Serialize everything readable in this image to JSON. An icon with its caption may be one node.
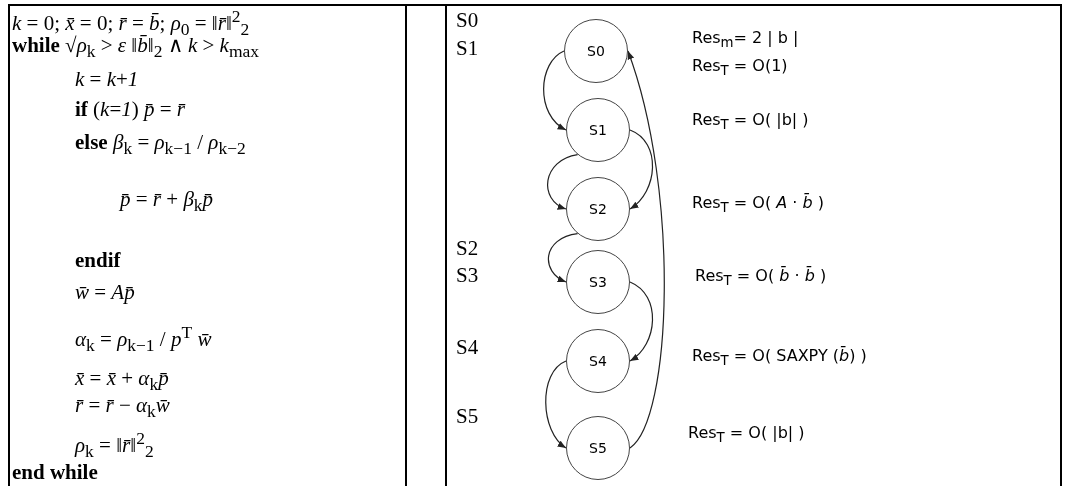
{
  "diagram": {
    "nodes": [
      {
        "text": [
          "S0"
        ]
      },
      {
        "text": [
          "S1"
        ]
      },
      {
        "text": [
          "S2"
        ]
      },
      {
        "text": [
          "S3"
        ]
      },
      {
        "text": [
          "S4"
        ]
      },
      {
        "text": [
          "S5"
        ]
      }
    ],
    "edges": [
      {
        "from": 0,
        "to": 1,
        "arrow": "to"
      },
      {
        "from": 1,
        "to": 2,
        "arrow": "to"
      },
      {
        "from": 1,
        "to": 2,
        "arrow": "to"
      },
      {
        "from": 2,
        "to": 3,
        "arrow": "to"
      },
      {
        "from": 3,
        "to": 4,
        "arrow": "to"
      },
      {
        "from": 4,
        "to": 5,
        "arrow": "to"
      },
      {
        "from": 5,
        "to": 0,
        "arrow": "to"
      }
    ],
    "labels": [
      "*k* = 0; *x̄* = 0; *r̄* = *b̄*; *ρ*$_{0}$ = ‖*r̄*‖$^{2}$$_{2}$",
      "**while** √*ρ*$_{k}$ > *ε* ‖*b̄*‖$_{2}$ ∧ *k* > *k*$_{max}$",
      "*k* = *k*+*1*",
      "**if** (*k*=*1*)    *p̄* = *r̄*",
      "**else**    *β*$_{k}$ = *ρ*$_{k−1}$ / *ρ*$_{k−2}$",
      "*p̄* = *r̄* + *β*$_{k}$*p̄*",
      "endif",
      "*w̄* = *Ap̄*",
      "*α*$_{k}$ = *ρ*$_{k−1}$ / *p*$^{T}$ *w̄*",
      "*x̄* = *x̄* + *α*$_{k}$*p̄*",
      "*r̄* = *r̄* − *α*$_{k}$*w̄*",
      "*ρ*$_{k}$ = ‖*r̄*‖$^{2}$$_{2}$",
      "end while",
      "S0",
      "S1",
      "S2",
      "S3",
      "S4",
      "S5",
      "Res$_{m}$= 2 | b |",
      "Res$_{T}$ = O(1)",
      "Res$_{T}$ = O( |b| )",
      "Res$_{T}$ = O( *A* · *b̄* )",
      "Res$_{T}$ = O( *b̄* · *b̄* )",
      "Res$_{T}$ = O(  SAXPY (*b̄*)  )",
      "Res$_{T}$ = O( |b| )"
    ]
  }
}
